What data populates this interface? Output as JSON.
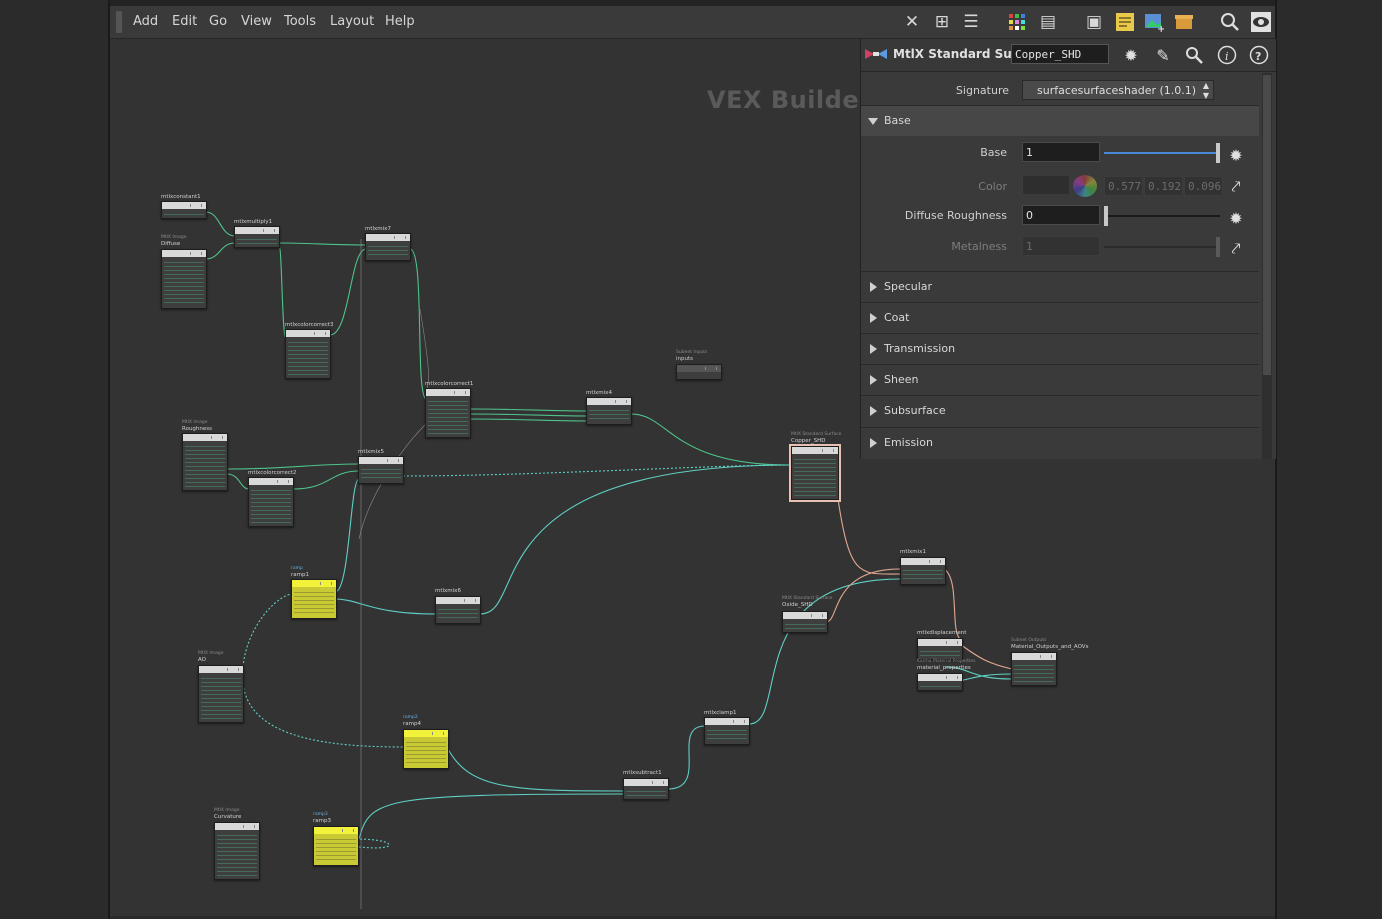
{
  "menubar": {
    "items": [
      "Add",
      "Edit",
      "Go",
      "View",
      "Tools",
      "Layout",
      "Help"
    ]
  },
  "toolbar": {
    "icons": [
      "tools-icon",
      "tree-icon",
      "list-icon",
      "color-grid-icon",
      "tasks-icon",
      "network-box-icon",
      "sticky-note-icon",
      "image-add-icon",
      "package-icon",
      "search-icon",
      "eye-icon"
    ]
  },
  "network": {
    "title": "VEX Builder",
    "nodes": [
      {
        "id": "mtlxconstant1",
        "label": "mtlxconstant1",
        "type": ""
      },
      {
        "id": "diffuse",
        "label": "Diffuse",
        "type": "MtlX Image"
      },
      {
        "id": "mtlxmultiply1",
        "label": "mtlxmultiply1",
        "type": ""
      },
      {
        "id": "mtlxmix7",
        "label": "mtlxmix7",
        "type": ""
      },
      {
        "id": "mtlxcolorcorrect3",
        "label": "mtlxcolorcorrect3",
        "type": ""
      },
      {
        "id": "mtlxcolorcorrect1",
        "label": "mtlxcolorcorrect1",
        "type": ""
      },
      {
        "id": "mtlxmix4",
        "label": "mtlxmix4",
        "type": ""
      },
      {
        "id": "inputs",
        "label": "inputs",
        "type": "Subnet Inputs"
      },
      {
        "id": "roughness",
        "label": "Roughness",
        "type": "MtlX Image"
      },
      {
        "id": "mtlxcolorcorrect2",
        "label": "mtlxcolorcorrect2",
        "type": ""
      },
      {
        "id": "mtlxmix5",
        "label": "mtlxmix5",
        "type": ""
      },
      {
        "id": "copper_shd",
        "label": "Copper_SHD",
        "type": "MtlX Standard Surface"
      },
      {
        "id": "ramp1",
        "label": "ramp1",
        "type": "ramp"
      },
      {
        "id": "mtlxmix6",
        "label": "mtlxmix6",
        "type": ""
      },
      {
        "id": "mtlxmix1",
        "label": "mtlxmix1",
        "type": ""
      },
      {
        "id": "oxide_shd",
        "label": "Oxide_SHD",
        "type": "MtlX Standard Surface"
      },
      {
        "id": "ao",
        "label": "AO",
        "type": "MtlX Image"
      },
      {
        "id": "mtlxdisplacement",
        "label": "mtlxdisplacement",
        "type": ""
      },
      {
        "id": "material_properties",
        "label": "material_properties",
        "type": "Karma Material Properties"
      },
      {
        "id": "material_outputs",
        "label": "Material_Outputs_and_AOVs",
        "type": "Subnet Outputs"
      },
      {
        "id": "ramp4",
        "label": "ramp4",
        "type": "ramp2"
      },
      {
        "id": "mtlxclamp1",
        "label": "mtlxclamp1",
        "type": ""
      },
      {
        "id": "mtlxsubtract1",
        "label": "mtlxsubtract1",
        "type": ""
      },
      {
        "id": "curvature",
        "label": "Curvature",
        "type": "MtlX Image"
      },
      {
        "id": "ramp3",
        "label": "ramp3",
        "type": "ramp3"
      }
    ]
  },
  "panel": {
    "node_type_label": "MtlX Standard Sur...",
    "node_name": "Copper_SHD",
    "header_icons": [
      "gear-icon",
      "brush-icon",
      "search-icon",
      "info-icon",
      "help-icon"
    ],
    "signature_label": "Signature",
    "signature_value": "surfacesurfaceshader (1.0.1)",
    "base_folder": "Base",
    "params": {
      "base_label": "Base",
      "base_value": "1",
      "base_level": 1.0,
      "color_label": "Color",
      "color_r": "0.577",
      "color_g": "0.192",
      "color_b": "0.096",
      "diffuse_roughness_label": "Diffuse Roughness",
      "diffuse_roughness_value": "0",
      "diffuse_roughness_level": 0.0,
      "metalness_label": "Metalness",
      "metalness_value": "1"
    },
    "folders": [
      "Specular",
      "Coat",
      "Transmission",
      "Sheen",
      "Subsurface",
      "Emission"
    ]
  },
  "colors": {
    "wire_green": "#4fc38a",
    "wire_teal": "#5fd0c4",
    "wire_salmon": "#e0a890",
    "wire_gray": "#8a8a8a",
    "ramp_yellow": "#f2f23a",
    "slider_blue": "#4b89d6"
  }
}
